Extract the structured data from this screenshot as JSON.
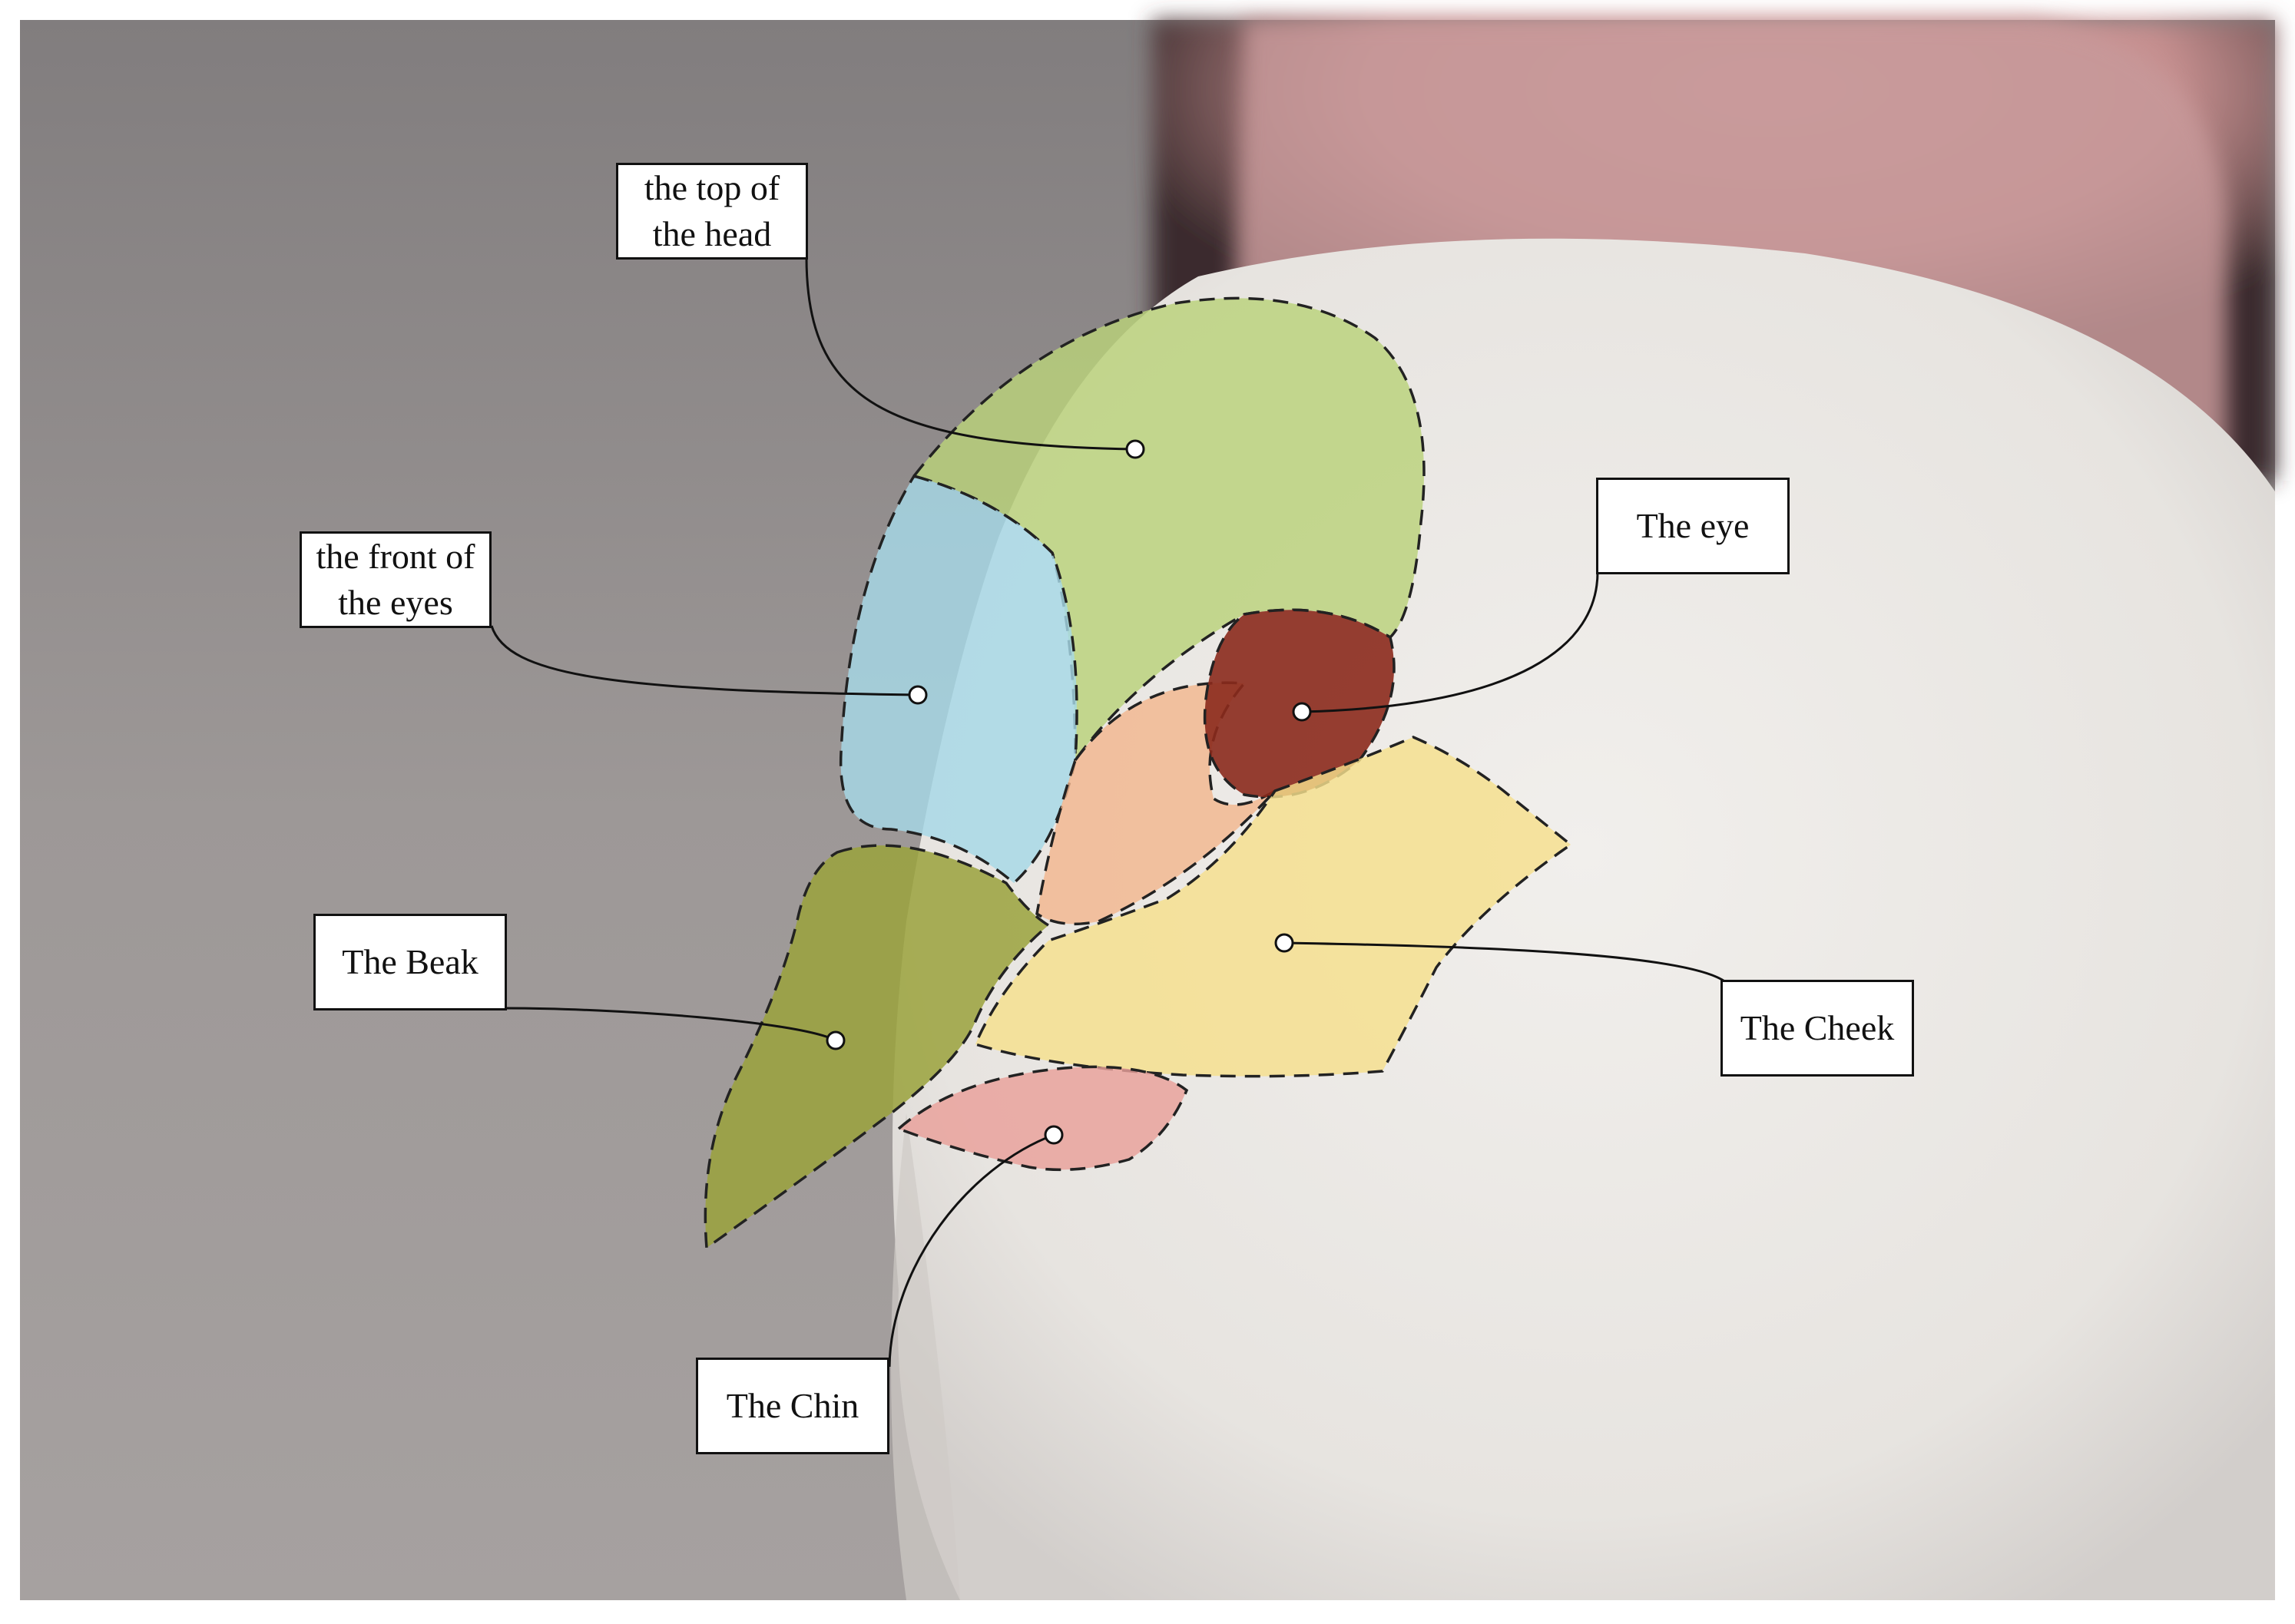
{
  "labels": {
    "top_of_head": {
      "line1": "the top of",
      "line2": "the head"
    },
    "front_of_eyes": {
      "line1": "the front of",
      "line2": "the eyes"
    },
    "eye": "The eye",
    "beak": "The Beak",
    "cheek": "The Cheek",
    "chin": "The Chin"
  },
  "colors": {
    "top_of_head": "#b9d27a",
    "front_of_eyes": "#a6d8e6",
    "eye": "#8b2a1c",
    "lore": "#f2b58c",
    "beak": "#9aa23c",
    "cheek": "#f5df8c",
    "chin": "#e9a09a",
    "background_gray": "#9a9594",
    "plumage": "#ecebe8"
  }
}
